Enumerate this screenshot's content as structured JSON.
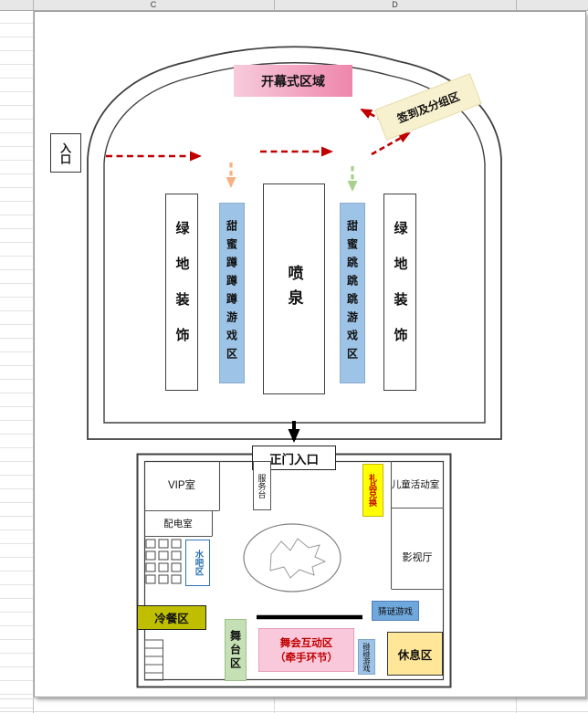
{
  "spreadsheet": {
    "col_c": "C",
    "col_d": "D"
  },
  "outdoor": {
    "entrance": "入口",
    "opening_area": "开幕式区域",
    "signin_area": "签到及分组区",
    "green_left": "绿地装饰",
    "squat_game": "甜蜜蹲蹲蹲游戏区",
    "fountain": "喷泉",
    "jump_game": "甜蜜跳跳跳游戏区",
    "green_right": "绿地装饰"
  },
  "indoor": {
    "main_entrance": "正门入口",
    "vip_room": "VIP室",
    "service_desk": "服务台",
    "gift_exchange": "礼品兑换",
    "children_room": "儿童活动室",
    "power_room": "配电室",
    "water_bar": "水吧区",
    "movie_hall": "影视厅",
    "cold_food": "冷餐区",
    "stage": "舞台区",
    "dance_area_line1": "舞会互动区",
    "dance_area_line2": "（牵手环节）",
    "riddle_game": "猜谜游戏",
    "bump_game": "碰碰游戏",
    "rest_area": "休息区"
  },
  "colors": {
    "game_zone_blue": "#9DC3E6",
    "opening_pink_start": "#F7CBDC",
    "opening_pink_end": "#EF86AC",
    "signin_cream": "#F8F1CF",
    "gift_yellow": "#FFFF00",
    "cold_food_olive": "#BFBF00",
    "stage_green": "#C5E0B4",
    "dance_pink": "#F9C9DB",
    "riddle_blue": "#6FA8DC",
    "rest_yellow": "#FFE699",
    "arrow_red": "#C00000",
    "arrow_peach": "#F5B183",
    "arrow_green": "#A8D08D"
  }
}
